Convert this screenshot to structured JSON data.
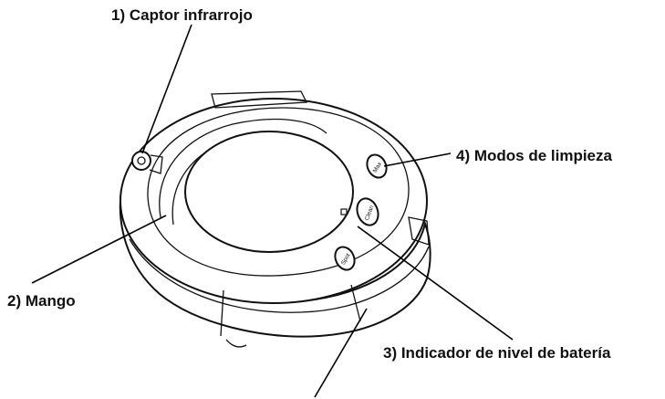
{
  "labels": {
    "sensor": "1) Captor infrarrojo",
    "handle": "2) Mango",
    "battery": "3) Indicador de nivel de batería",
    "modes": "4) Modos de limpieza"
  },
  "buttons": {
    "max": "Max",
    "clean": "Clean",
    "spot": "Spot"
  }
}
